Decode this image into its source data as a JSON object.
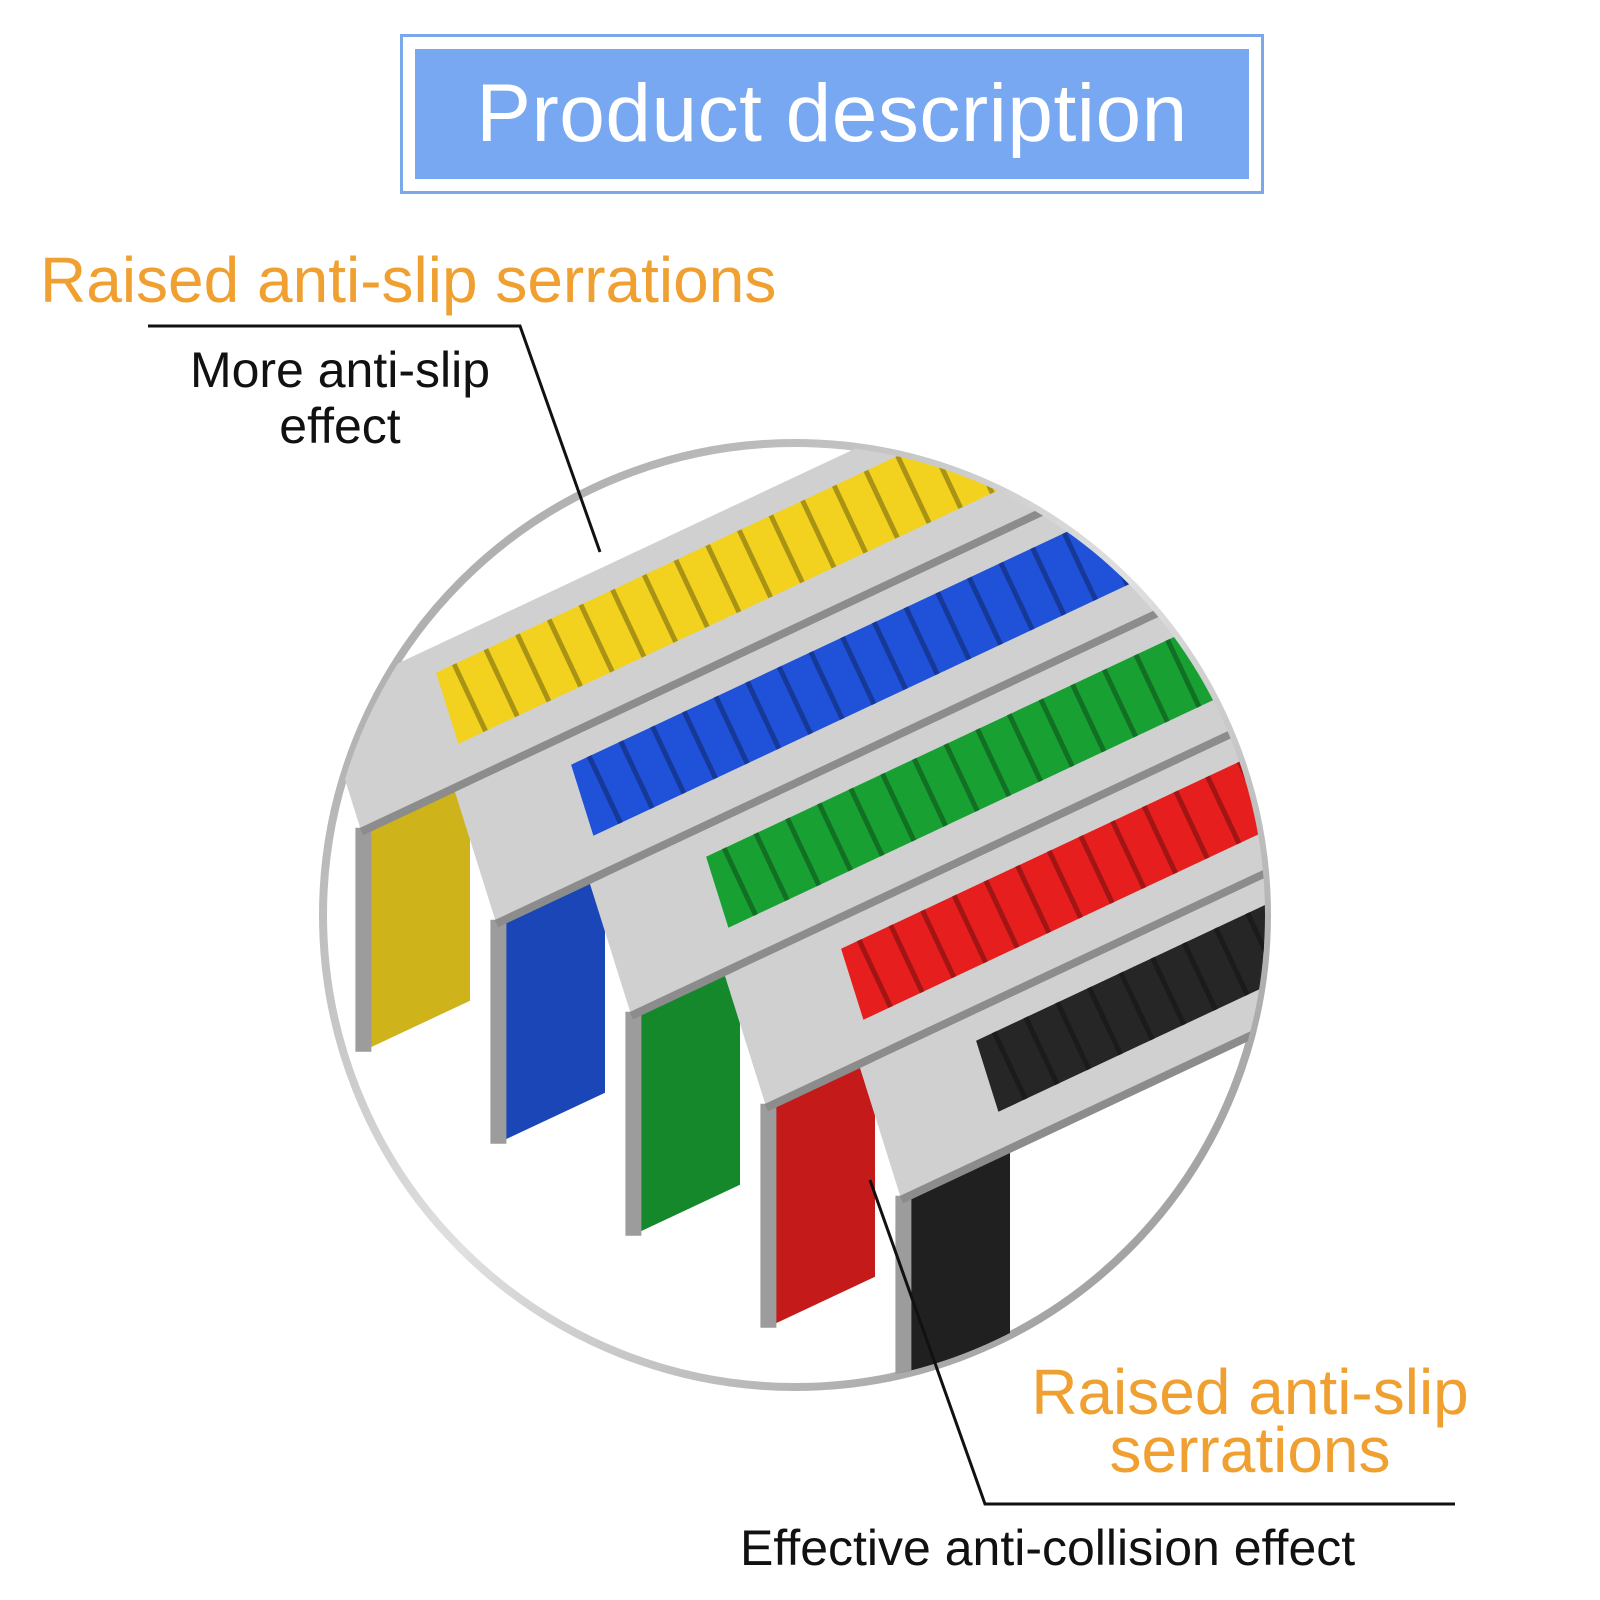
{
  "header": {
    "title": "Product description"
  },
  "callouts": {
    "top": {
      "title": "Raised anti-slip serrations",
      "description_line1": "More anti-slip",
      "description_line2": "effect"
    },
    "bottom": {
      "title_line1": "Raised anti-slip",
      "title_line2": "serrations",
      "description": "Effective anti-collision effect"
    }
  },
  "colors": {
    "accent_orange": "#f0a030",
    "title_blue": "#78a8f2",
    "strip_colors": [
      "#f2d21e",
      "#1f52d9",
      "#19a033",
      "#e61e1e",
      "#262626"
    ],
    "aluminum": "#d0d0d0"
  },
  "product": {
    "strips": [
      "yellow",
      "blue",
      "green",
      "red",
      "black"
    ]
  }
}
